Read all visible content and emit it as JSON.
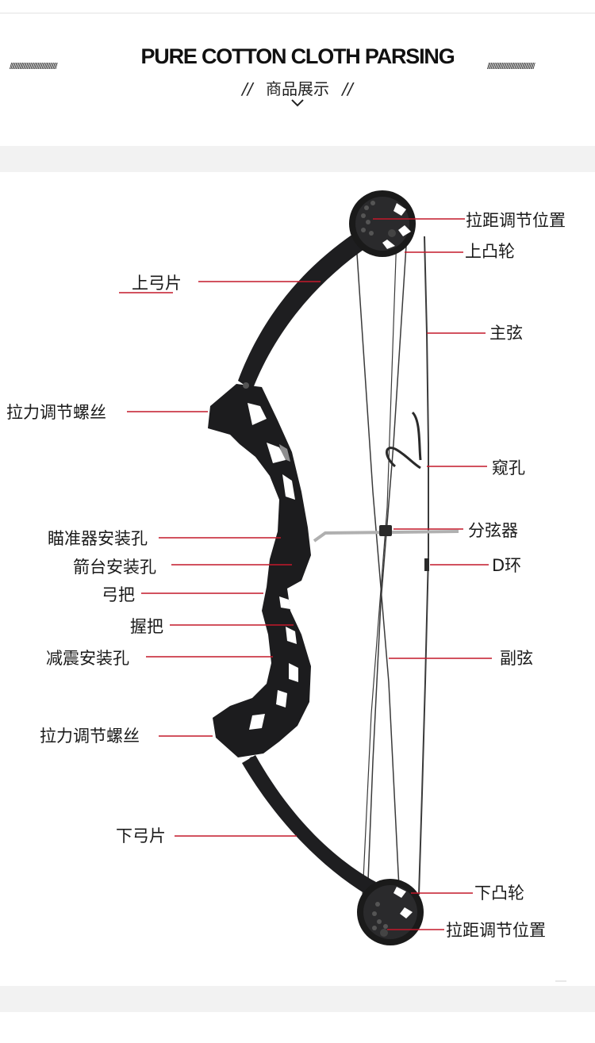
{
  "header": {
    "title": "PURE COTTON CLOTH PARSING",
    "left_decoration": "//////////////////////////////////////",
    "right_decoration": "//////////////////////////////////////",
    "subtitle": "商品展示",
    "subtitle_slash": "//"
  },
  "labels": {
    "draw_length_top": "拉距调节位置",
    "upper_cam": "上凸轮",
    "upper_limb": "上弓片",
    "main_string": "主弦",
    "pull_screw_top": "拉力调节螺丝",
    "peep": "窥孔",
    "sight_hole": "瞄准器安装孔",
    "splitter": "分弦器",
    "rest_hole": "箭台安装孔",
    "d_loop": "D环",
    "riser": "弓把",
    "grip": "握把",
    "damper_hole": "减震安装孔",
    "secondary_string": "副弦",
    "pull_screw_bottom": "拉力调节螺丝",
    "lower_limb": "下弓片",
    "lower_cam": "下凸轮",
    "draw_length_bottom": "拉距调节位置"
  },
  "colors": {
    "leader_line": "#c4182a",
    "bow_body": "#1c1c1e",
    "band": "#f2f2f2"
  }
}
